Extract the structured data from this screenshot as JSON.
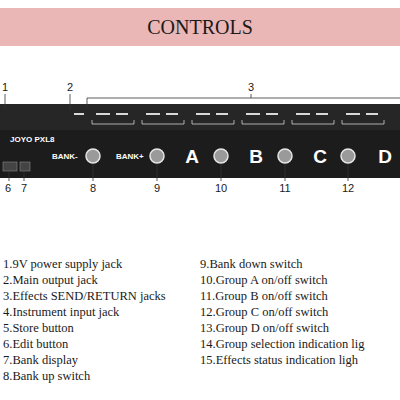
{
  "diagram": {
    "title": "CONTROLS",
    "labels": [
      "1",
      "2",
      "3",
      "JOYO PXL8",
      "BANK-",
      "BANK+",
      "A",
      "B",
      "C",
      "D",
      "6",
      "7",
      "8",
      "9",
      "10",
      "11",
      "12",
      "1.9V power supply jack",
      "2.Main output jack",
      "3.Effects SEND/RETURN jacks",
      "4.Instrument input jack",
      "5.Store button",
      "6.Edit button",
      "7.Bank display",
      "8.Bank up switch",
      "9.Bank down switch",
      "10.Group A on/off switch",
      "11.Group B on/off switch",
      "12.Group C on/off switch",
      "13.Group D on/off switch",
      "14.Group selection indication lig",
      "15.Effects status indication ligh"
    ]
  }
}
